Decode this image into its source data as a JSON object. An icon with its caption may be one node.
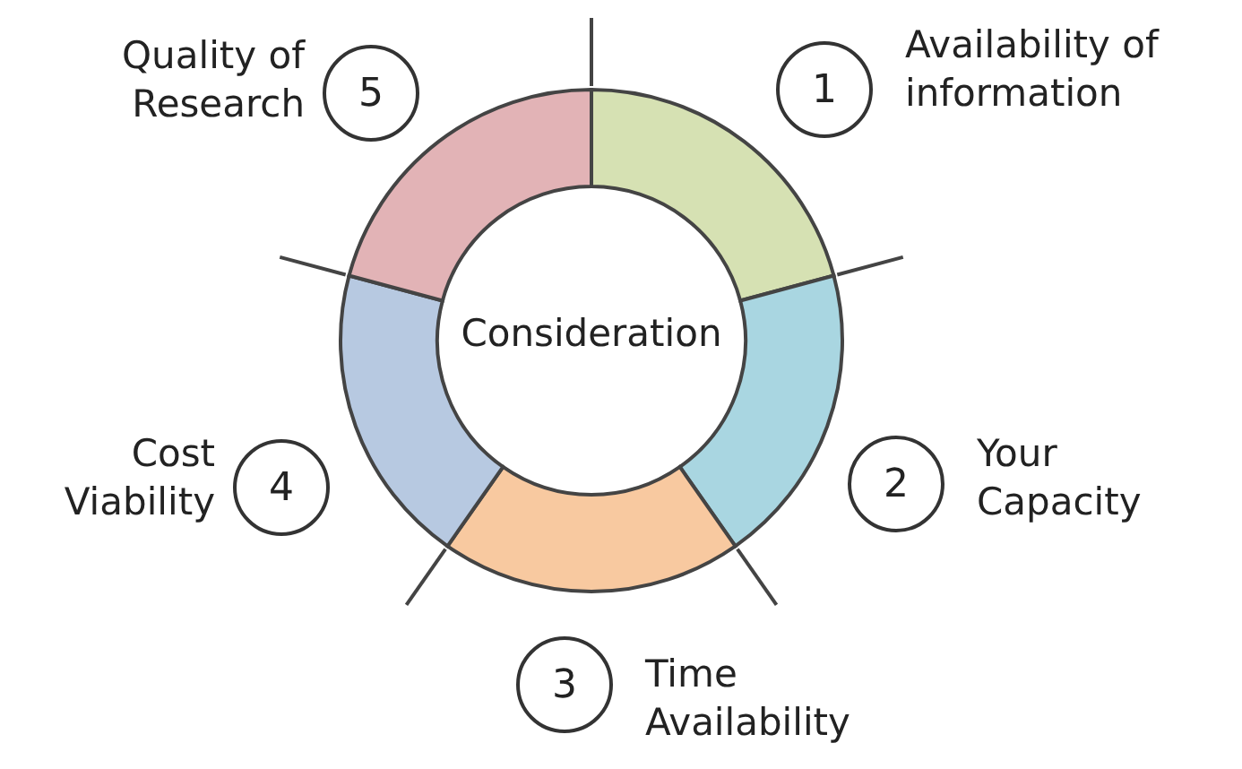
{
  "diagram": {
    "nodes": [
      {
        "text": [
          "1"
        ],
        "beside": [
          "Availability of information"
        ]
      },
      {
        "text": [
          "2"
        ],
        "beside": [
          "Your Capacity"
        ]
      },
      {
        "text": [
          "3"
        ],
        "beside": [
          "Time Availability"
        ]
      },
      {
        "text": [
          "4"
        ],
        "beside": [
          "Cost Viability"
        ]
      },
      {
        "text": [
          "5"
        ],
        "beside": [
          "Quality of Research"
        ]
      },
      {
        "text": [],
        "shape": "arc"
      },
      {
        "text": [],
        "shape": "arc"
      },
      {
        "text": [],
        "shape": "arc"
      },
      {
        "text": [],
        "shape": "arc"
      },
      {
        "text": [],
        "shape": "arc"
      },
      {
        "text": [
          "Consideration"
        ]
      }
    ]
  }
}
